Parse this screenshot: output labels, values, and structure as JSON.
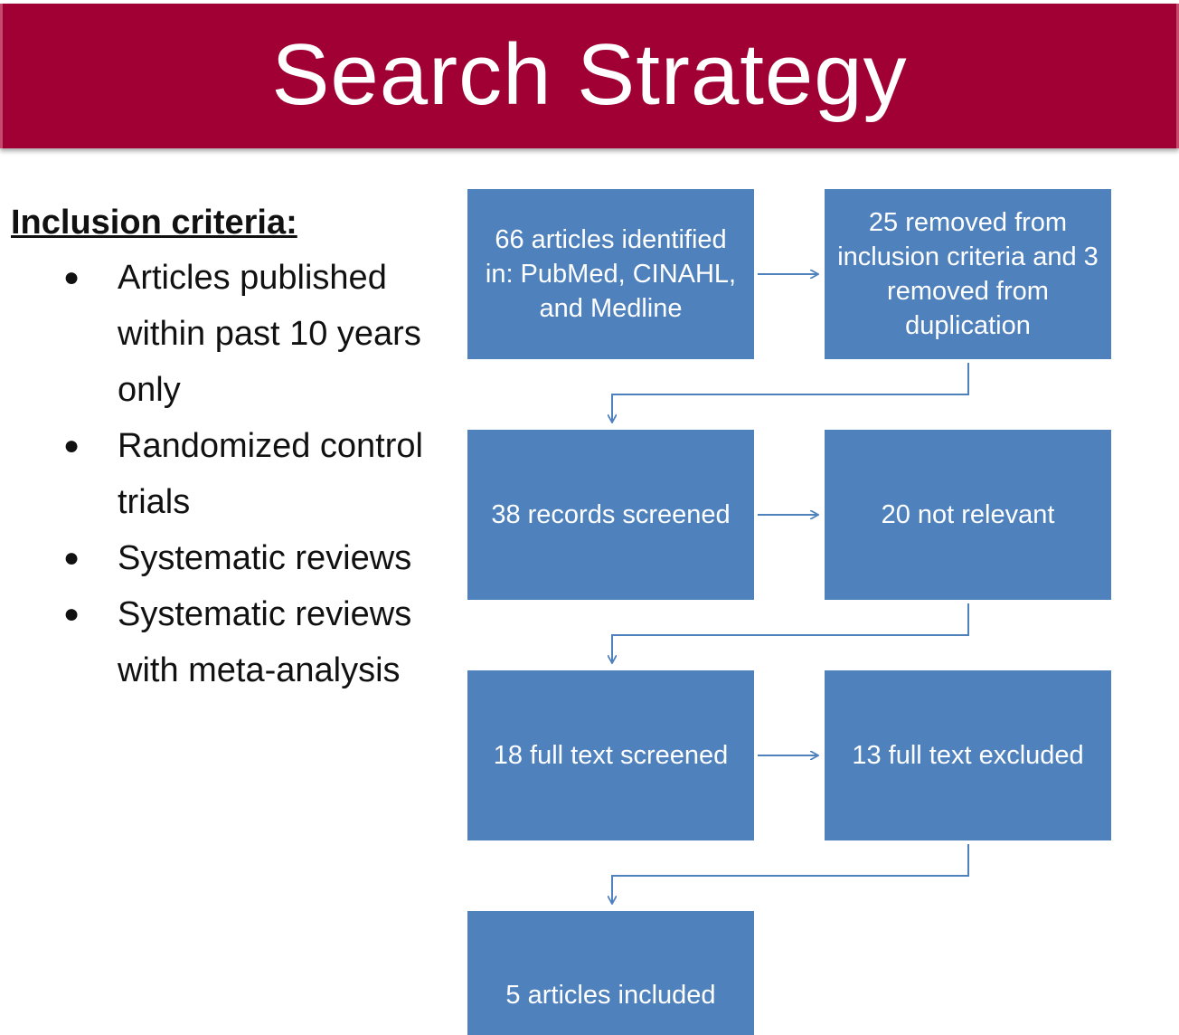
{
  "header": {
    "title": "Search Strategy"
  },
  "inclusion": {
    "heading": "Inclusion criteria:",
    "items": [
      "Articles published within past 10 years only",
      "Randomized control trials",
      "Systematic reviews",
      "Systematic reviews with meta-analysis"
    ]
  },
  "flow": {
    "identified": "66 articles identified in: PubMed, CINAHL, and Medline",
    "removed": "25 removed from inclusion criteria and 3 removed from duplication",
    "screened": "38 records screened",
    "not_relevant": "20 not relevant",
    "full_text_screened": "18 full text screened",
    "full_text_excluded": "13 full text excluded",
    "included": "5 articles included"
  },
  "colors": {
    "banner": "#a00034",
    "box": "#4f81bd",
    "arrow": "#4f81bd"
  }
}
